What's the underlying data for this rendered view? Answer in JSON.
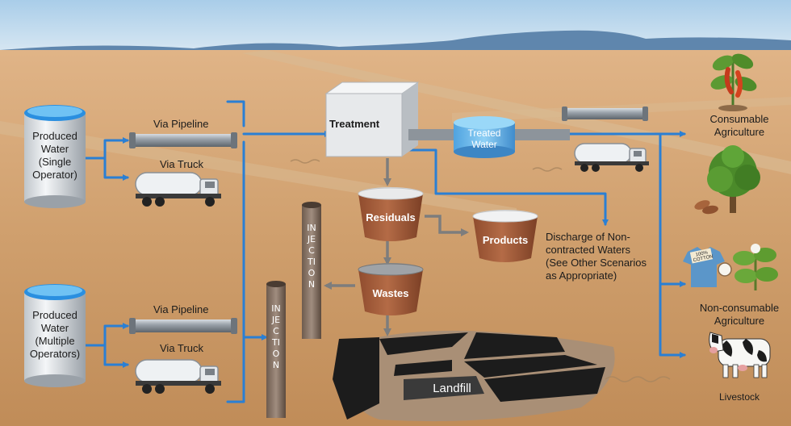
{
  "sources": [
    {
      "label": "Produced Water (Single Operator)",
      "lines": [
        "Produced",
        "Water",
        "(Single",
        "Operator)"
      ]
    },
    {
      "label": "Produced Water (Multiple Operators)",
      "lines": [
        "Produced",
        "Water",
        "(Multiple",
        "Operators)"
      ]
    }
  ],
  "transport": {
    "pipeline": "Via Pipeline",
    "truck": "Via Truck"
  },
  "injection": "INJECTION",
  "treatment": "Treatment",
  "treated_water": {
    "line1": "Treated",
    "line2": "Water"
  },
  "residuals": "Residuals",
  "products": "Products",
  "wastes": "Wastes",
  "landfill": "Landfill",
  "discharge": {
    "lines": [
      "Discharge of Non-",
      "contracted Waters",
      "(See Other Scenarios",
      "as Appropriate)"
    ]
  },
  "uses": {
    "consumable": [
      "Consumable",
      "Agriculture"
    ],
    "non_consumable": [
      "Non-consumable",
      "Agriculture"
    ],
    "livestock": "Livestock",
    "cotton_tag": "100% COTTON"
  },
  "colors": {
    "flow_blue": "#2a7fd4",
    "gray_arrow": "#7d7d7d",
    "bin_brown": "#a85f3c",
    "ground": "#c89a68",
    "sky": "#b9d7ee"
  }
}
